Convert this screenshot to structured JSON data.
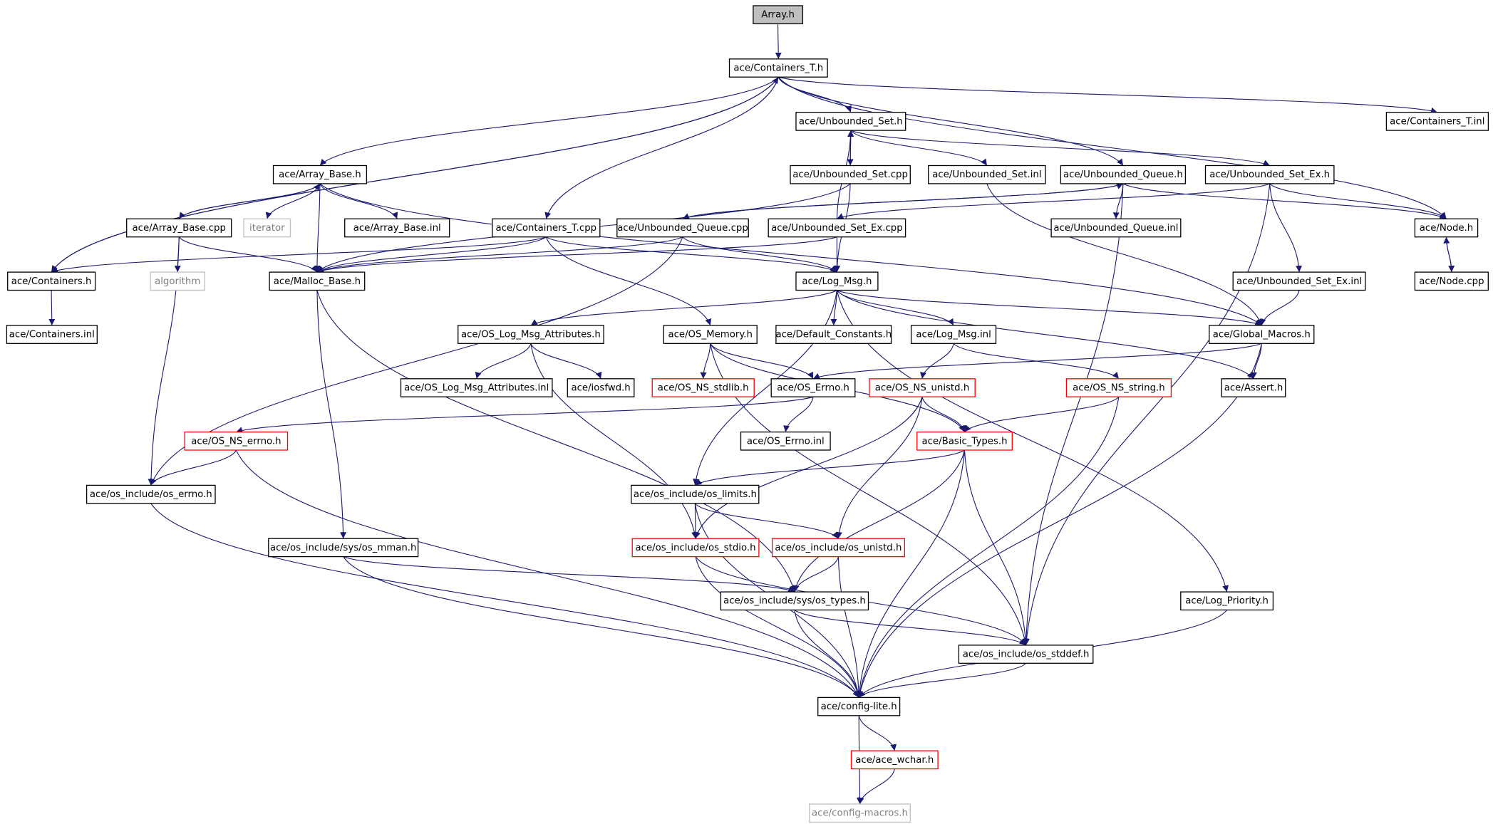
{
  "nodes": {
    "array_h": {
      "label": "Array.h",
      "style": "root"
    },
    "containers_t_h": {
      "label": "ace/Containers_T.h",
      "style": "normal"
    },
    "unbounded_set_h": {
      "label": "ace/Unbounded_Set.h",
      "style": "normal"
    },
    "containers_t_inl": {
      "label": "ace/Containers_T.inl",
      "style": "normal"
    },
    "array_base_h": {
      "label": "ace/Array_Base.h",
      "style": "normal"
    },
    "unbounded_set_cpp": {
      "label": "ace/Unbounded_Set.cpp",
      "style": "normal"
    },
    "unbounded_set_inl": {
      "label": "ace/Unbounded_Set.inl",
      "style": "normal"
    },
    "unbounded_queue_h": {
      "label": "ace/Unbounded_Queue.h",
      "style": "normal"
    },
    "unbounded_set_ex_h": {
      "label": "ace/Unbounded_Set_Ex.h",
      "style": "normal"
    },
    "array_base_cpp": {
      "label": "ace/Array_Base.cpp",
      "style": "normal"
    },
    "iterator": {
      "label": "iterator",
      "style": "gray"
    },
    "array_base_inl": {
      "label": "ace/Array_Base.inl",
      "style": "normal"
    },
    "containers_t_cpp": {
      "label": "ace/Containers_T.cpp",
      "style": "normal"
    },
    "unbounded_queue_cpp": {
      "label": "ace/Unbounded_Queue.cpp",
      "style": "normal"
    },
    "unbounded_set_ex_cpp": {
      "label": "ace/Unbounded_Set_Ex.cpp",
      "style": "normal"
    },
    "unbounded_queue_inl": {
      "label": "ace/Unbounded_Queue.inl",
      "style": "normal"
    },
    "node_h": {
      "label": "ace/Node.h",
      "style": "normal"
    },
    "containers_h": {
      "label": "ace/Containers.h",
      "style": "normal"
    },
    "algorithm": {
      "label": "algorithm",
      "style": "gray"
    },
    "malloc_base_h": {
      "label": "ace/Malloc_Base.h",
      "style": "normal"
    },
    "log_msg_h": {
      "label": "ace/Log_Msg.h",
      "style": "normal"
    },
    "unbounded_set_ex_inl": {
      "label": "ace/Unbounded_Set_Ex.inl",
      "style": "normal"
    },
    "node_cpp": {
      "label": "ace/Node.cpp",
      "style": "normal"
    },
    "containers_inl": {
      "label": "ace/Containers.inl",
      "style": "normal"
    },
    "os_log_msg_attr_h": {
      "label": "ace/OS_Log_Msg_Attributes.h",
      "style": "normal"
    },
    "os_memory_h": {
      "label": "ace/OS_Memory.h",
      "style": "normal"
    },
    "default_constants_h": {
      "label": "ace/Default_Constants.h",
      "style": "normal"
    },
    "log_msg_inl": {
      "label": "ace/Log_Msg.inl",
      "style": "normal"
    },
    "global_macros_h": {
      "label": "ace/Global_Macros.h",
      "style": "normal"
    },
    "os_log_msg_attr_inl": {
      "label": "ace/OS_Log_Msg_Attributes.inl",
      "style": "normal"
    },
    "iosfwd_h": {
      "label": "ace/iosfwd.h",
      "style": "normal"
    },
    "os_ns_stdlib_h": {
      "label": "ace/OS_NS_stdlib.h",
      "style": "red"
    },
    "os_errno_h": {
      "label": "ace/OS_Errno.h",
      "style": "normal"
    },
    "os_ns_unistd_h": {
      "label": "ace/OS_NS_unistd.h",
      "style": "red"
    },
    "os_ns_string_h": {
      "label": "ace/OS_NS_string.h",
      "style": "red"
    },
    "assert_h": {
      "label": "ace/Assert.h",
      "style": "normal"
    },
    "os_ns_errno_h": {
      "label": "ace/OS_NS_errno.h",
      "style": "red"
    },
    "os_errno_inl": {
      "label": "ace/OS_Errno.inl",
      "style": "normal"
    },
    "basic_types_h": {
      "label": "ace/Basic_Types.h",
      "style": "red"
    },
    "os_include_os_errno_h": {
      "label": "ace/os_include/os_errno.h",
      "style": "normal"
    },
    "os_include_os_limits_h": {
      "label": "ace/os_include/os_limits.h",
      "style": "normal"
    },
    "os_include_sys_os_mman_h": {
      "label": "ace/os_include/sys/os_mman.h",
      "style": "normal"
    },
    "os_include_os_stdio_h": {
      "label": "ace/os_include/os_stdio.h",
      "style": "red"
    },
    "os_include_os_unistd_h": {
      "label": "ace/os_include/os_unistd.h",
      "style": "red"
    },
    "os_include_sys_os_types_h": {
      "label": "ace/os_include/sys/os_types.h",
      "style": "normal"
    },
    "log_priority_h": {
      "label": "ace/Log_Priority.h",
      "style": "normal"
    },
    "os_include_os_stddef_h": {
      "label": "ace/os_include/os_stddef.h",
      "style": "normal"
    },
    "config_lite_h": {
      "label": "ace/config-lite.h",
      "style": "normal"
    },
    "ace_wchar_h": {
      "label": "ace/ace_wchar.h",
      "style": "red"
    },
    "config_macros_h": {
      "label": "ace/config-macros.h",
      "style": "gray"
    }
  },
  "edges": [
    [
      "array_h",
      "containers_t_h"
    ],
    [
      "containers_t_h",
      "unbounded_set_h"
    ],
    [
      "containers_t_h",
      "containers_t_inl"
    ],
    [
      "containers_t_h",
      "array_base_h"
    ],
    [
      "containers_t_h",
      "unbounded_queue_h"
    ],
    [
      "containers_t_h",
      "containers_t_cpp"
    ],
    [
      "containers_t_h",
      "node_h"
    ],
    [
      "containers_t_h",
      "containers_h"
    ],
    [
      "unbounded_set_h",
      "unbounded_set_cpp"
    ],
    [
      "unbounded_set_h",
      "unbounded_set_inl"
    ],
    [
      "unbounded_set_h",
      "unbounded_set_ex_h"
    ],
    [
      "unbounded_set_cpp",
      "unbounded_set_h"
    ],
    [
      "unbounded_set_cpp",
      "malloc_base_h"
    ],
    [
      "unbounded_set_cpp",
      "log_msg_h"
    ],
    [
      "unbounded_set_inl",
      "global_macros_h"
    ],
    [
      "array_base_h",
      "array_base_cpp"
    ],
    [
      "array_base_h",
      "iterator"
    ],
    [
      "array_base_h",
      "array_base_inl"
    ],
    [
      "array_base_h",
      "malloc_base_h"
    ],
    [
      "array_base_h",
      "global_macros_h"
    ],
    [
      "array_base_cpp",
      "array_base_h"
    ],
    [
      "array_base_cpp",
      "algorithm"
    ],
    [
      "array_base_cpp",
      "malloc_base_h"
    ],
    [
      "array_base_cpp",
      "os_include_os_errno_h"
    ],
    [
      "containers_t_cpp",
      "containers_h"
    ],
    [
      "containers_t_cpp",
      "malloc_base_h"
    ],
    [
      "containers_t_cpp",
      "log_msg_h"
    ],
    [
      "containers_t_cpp",
      "os_memory_h"
    ],
    [
      "containers_h",
      "containers_t_h"
    ],
    [
      "containers_h",
      "containers_inl"
    ],
    [
      "unbounded_queue_h",
      "unbounded_queue_cpp"
    ],
    [
      "unbounded_queue_h",
      "unbounded_queue_inl"
    ],
    [
      "unbounded_queue_h",
      "node_h"
    ],
    [
      "unbounded_queue_h",
      "os_include_os_stddef_h"
    ],
    [
      "unbounded_queue_cpp",
      "unbounded_queue_h"
    ],
    [
      "unbounded_queue_cpp",
      "malloc_base_h"
    ],
    [
      "unbounded_queue_cpp",
      "log_msg_h"
    ],
    [
      "unbounded_queue_cpp",
      "os_include_os_errno_h"
    ],
    [
      "unbounded_set_ex_h",
      "unbounded_set_ex_cpp"
    ],
    [
      "unbounded_set_ex_h",
      "unbounded_set_ex_inl"
    ],
    [
      "unbounded_set_ex_h",
      "node_h"
    ],
    [
      "unbounded_set_ex_h",
      "os_include_os_stddef_h"
    ],
    [
      "unbounded_set_ex_cpp",
      "unbounded_set_h"
    ],
    [
      "unbounded_set_ex_cpp",
      "malloc_base_h"
    ],
    [
      "unbounded_set_ex_cpp",
      "log_msg_h"
    ],
    [
      "unbounded_set_ex_inl",
      "global_macros_h"
    ],
    [
      "node_h",
      "node_cpp"
    ],
    [
      "node_cpp",
      "node_h"
    ],
    [
      "malloc_base_h",
      "os_include_sys_os_mman_h"
    ],
    [
      "malloc_base_h",
      "os_include_sys_os_types_h"
    ],
    [
      "log_msg_h",
      "os_log_msg_attr_h"
    ],
    [
      "log_msg_h",
      "default_constants_h"
    ],
    [
      "log_msg_h",
      "log_msg_inl"
    ],
    [
      "log_msg_h",
      "global_macros_h"
    ],
    [
      "log_msg_h",
      "assert_h"
    ],
    [
      "log_msg_h",
      "log_priority_h"
    ],
    [
      "log_msg_h",
      "os_include_os_limits_h"
    ],
    [
      "os_log_msg_attr_h",
      "os_log_msg_attr_inl"
    ],
    [
      "os_log_msg_attr_h",
      "iosfwd_h"
    ],
    [
      "os_log_msg_attr_h",
      "os_include_os_stdio_h"
    ],
    [
      "os_memory_h",
      "os_ns_stdlib_h"
    ],
    [
      "os_memory_h",
      "os_errno_h"
    ],
    [
      "os_memory_h",
      "basic_types_h"
    ],
    [
      "os_memory_h",
      "os_include_os_stddef_h"
    ],
    [
      "log_msg_inl",
      "os_ns_unistd_h"
    ],
    [
      "log_msg_inl",
      "os_ns_string_h"
    ],
    [
      "global_macros_h",
      "assert_h"
    ],
    [
      "global_macros_h",
      "os_errno_h"
    ],
    [
      "global_macros_h",
      "config_lite_h"
    ],
    [
      "os_errno_h",
      "os_errno_inl"
    ],
    [
      "os_errno_h",
      "os_ns_errno_h"
    ],
    [
      "os_ns_unistd_h",
      "basic_types_h"
    ],
    [
      "os_ns_unistd_h",
      "os_include_os_stdio_h"
    ],
    [
      "os_ns_unistd_h",
      "os_include_os_unistd_h"
    ],
    [
      "os_ns_string_h",
      "basic_types_h"
    ],
    [
      "os_ns_string_h",
      "config_lite_h"
    ],
    [
      "os_ns_errno_h",
      "os_include_os_errno_h"
    ],
    [
      "os_ns_errno_h",
      "config_lite_h"
    ],
    [
      "basic_types_h",
      "os_include_os_limits_h"
    ],
    [
      "basic_types_h",
      "os_include_sys_os_types_h"
    ],
    [
      "basic_types_h",
      "os_include_os_stddef_h"
    ],
    [
      "basic_types_h",
      "config_lite_h"
    ],
    [
      "os_include_os_errno_h",
      "config_lite_h"
    ],
    [
      "os_include_os_limits_h",
      "os_include_os_stdio_h"
    ],
    [
      "os_include_os_limits_h",
      "os_include_os_unistd_h"
    ],
    [
      "os_include_os_limits_h",
      "config_lite_h"
    ],
    [
      "os_include_sys_os_mman_h",
      "os_include_sys_os_types_h"
    ],
    [
      "os_include_sys_os_mman_h",
      "config_lite_h"
    ],
    [
      "os_include_os_stdio_h",
      "os_include_os_stddef_h"
    ],
    [
      "os_include_os_stdio_h",
      "config_lite_h"
    ],
    [
      "os_include_os_unistd_h",
      "os_include_sys_os_types_h"
    ],
    [
      "os_include_os_unistd_h",
      "config_lite_h"
    ],
    [
      "os_include_sys_os_types_h",
      "os_include_os_stddef_h"
    ],
    [
      "os_include_sys_os_types_h",
      "config_lite_h"
    ],
    [
      "log_priority_h",
      "config_lite_h"
    ],
    [
      "os_include_os_stddef_h",
      "config_lite_h"
    ],
    [
      "config_lite_h",
      "ace_wchar_h"
    ],
    [
      "config_lite_h",
      "config_macros_h"
    ],
    [
      "ace_wchar_h",
      "config_macros_h"
    ]
  ]
}
